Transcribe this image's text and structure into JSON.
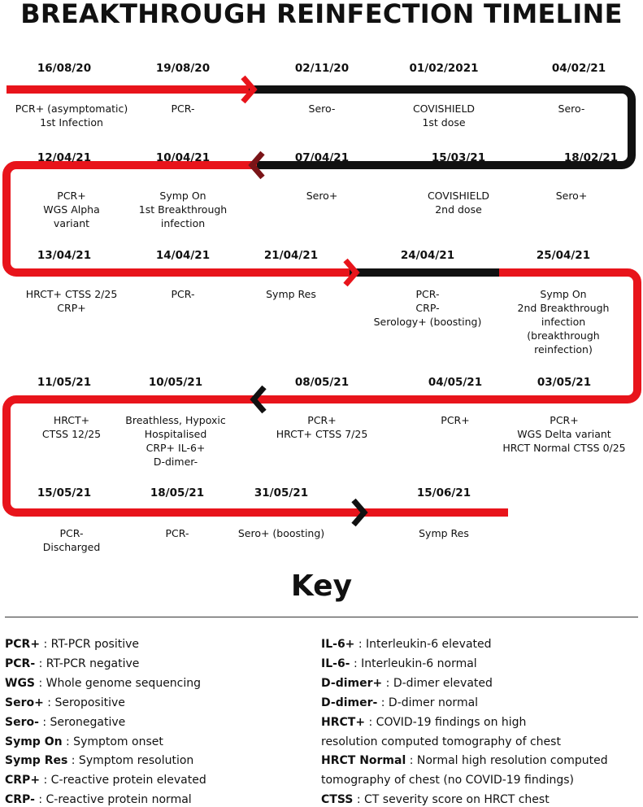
{
  "title": "BREAKTHROUGH REINFECTION TIMELINE",
  "colors": {
    "red": "#e8141b",
    "black": "#111111",
    "text": "#111111"
  },
  "rows": [
    {
      "direction": "right",
      "events": [
        {
          "date": "16/08/20",
          "text": "PCR+ (asymptomatic)\n1st Infection"
        },
        {
          "date": "19/08/20",
          "text": "PCR-"
        },
        {
          "date": "02/11/20",
          "text": "Sero-"
        },
        {
          "date": "01/02/2021",
          "text": "COVISHIELD\n1st dose"
        },
        {
          "date": "04/02/21",
          "text": "Sero-"
        }
      ]
    },
    {
      "direction": "left",
      "events": [
        {
          "date": "12/04/21",
          "text": "PCR+\nWGS Alpha\nvariant"
        },
        {
          "date": "10/04/21",
          "text": "Symp On\n1st Breakthrough\ninfection"
        },
        {
          "date": "07/04/21",
          "text": "Sero+"
        },
        {
          "date": "15/03/21",
          "text": "COVISHIELD\n2nd dose"
        },
        {
          "date": "18/02/21",
          "text": "Sero+"
        }
      ]
    },
    {
      "direction": "right",
      "events": [
        {
          "date": "13/04/21",
          "text": "HRCT+ CTSS 2/25\nCRP+"
        },
        {
          "date": "14/04/21",
          "text": "PCR-"
        },
        {
          "date": "21/04/21",
          "text": "Symp Res"
        },
        {
          "date": "24/04/21",
          "text": "PCR-\nCRP-\nSerology+ (boosting)"
        },
        {
          "date": "25/04/21",
          "text": "Symp On\n2nd Breakthrough\ninfection\n(breakthrough\nreinfection)"
        }
      ]
    },
    {
      "direction": "left",
      "events": [
        {
          "date": "11/05/21",
          "text": "HRCT+\nCTSS 12/25"
        },
        {
          "date": "10/05/21",
          "text": "Breathless, Hypoxic\nHospitalised\nCRP+ IL-6+\nD-dimer-"
        },
        {
          "date": "08/05/21",
          "text": "PCR+\nHRCT+ CTSS 7/25"
        },
        {
          "date": "04/05/21",
          "text": "PCR+"
        },
        {
          "date": "03/05/21",
          "text": "PCR+\nWGS Delta variant\nHRCT Normal CTSS 0/25"
        }
      ]
    },
    {
      "direction": "right",
      "events": [
        {
          "date": "15/05/21",
          "text": "PCR-\nDischarged"
        },
        {
          "date": "18/05/21",
          "text": "PCR-"
        },
        {
          "date": "31/05/21",
          "text": "Sero+ (boosting)"
        },
        {
          "date": "15/06/21",
          "text": "Symp Res"
        }
      ]
    }
  ],
  "key": {
    "title": "Key",
    "left": [
      {
        "term": "PCR+",
        "desc": " : RT-PCR positive"
      },
      {
        "term": "PCR-",
        "desc": " : RT-PCR negative"
      },
      {
        "term": "WGS",
        "desc": " : Whole genome sequencing"
      },
      {
        "term": "Sero+",
        "desc": " : Seropositive"
      },
      {
        "term": "Sero-",
        "desc": " : Seronegative"
      },
      {
        "term": "Symp On",
        "desc": " : Symptom onset"
      },
      {
        "term": "Symp Res",
        "desc": " : Symptom resolution"
      },
      {
        "term": "CRP+",
        "desc": " : C-reactive protein elevated"
      },
      {
        "term": "CRP-",
        "desc": " : C-reactive protein normal"
      }
    ],
    "right": [
      {
        "term": "IL-6+",
        "desc": " : Interleukin-6 elevated"
      },
      {
        "term": "IL-6-",
        "desc": " : Interleukin-6 normal"
      },
      {
        "term": "D-dimer+",
        "desc": " : D-dimer elevated"
      },
      {
        "term": "D-dimer-",
        "desc": " : D-dimer normal"
      },
      {
        "term": "HRCT+",
        "desc": " : COVID-19 findings on high",
        "cont": "resolution computed tomography of chest"
      },
      {
        "term": "HRCT Normal",
        "desc": " : Normal high resolution computed",
        "cont": "tomography of chest (no COVID-19 findings)"
      },
      {
        "term": "CTSS",
        "desc": " : CT severity score on HRCT chest"
      }
    ]
  }
}
